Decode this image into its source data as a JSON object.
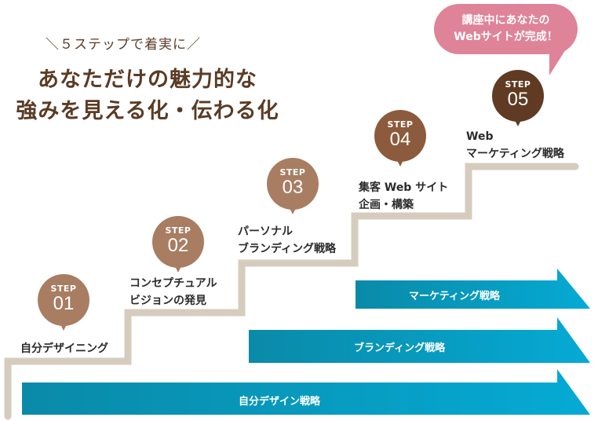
{
  "header": {
    "subtitle": "＼５ステップで着実に／",
    "headline_line1": "あなただけの魅力的な",
    "headline_line2": "強みを見える化・伝わる化"
  },
  "bubble": {
    "line1": "講座中にあなたの",
    "line2": "Webサイトが完成！",
    "color": "#df8398"
  },
  "steps": [
    {
      "label": "STEP",
      "number": "01",
      "title_line1": "自分デザイニング",
      "title_line2": "",
      "color": "#a87d62"
    },
    {
      "label": "STEP",
      "number": "02",
      "title_line1": "コンセプチュアル",
      "title_line2": "ビジョンの発見",
      "color": "#a87d62"
    },
    {
      "label": "STEP",
      "number": "03",
      "title_line1": "パーソナル",
      "title_line2": "ブランディング戦略",
      "color": "#a87d62"
    },
    {
      "label": "STEP",
      "number": "04",
      "title_line1": "集客 Web サイト",
      "title_line2": "企画・構築",
      "color": "#8c5a3c"
    },
    {
      "label": "STEP",
      "number": "05",
      "title_line1": "Web",
      "title_line2": "マーケティング戦略",
      "color": "#603a22"
    }
  ],
  "arrows": [
    {
      "label": "マーケティング戦略"
    },
    {
      "label": "ブランディング戦略"
    },
    {
      "label": "自分デザイン戦略"
    }
  ],
  "colors": {
    "stair": "#d6ccbd",
    "arrow_start": "#0a8eab",
    "arrow_end": "#06a9d2",
    "title_brown": "#5b3b24"
  }
}
